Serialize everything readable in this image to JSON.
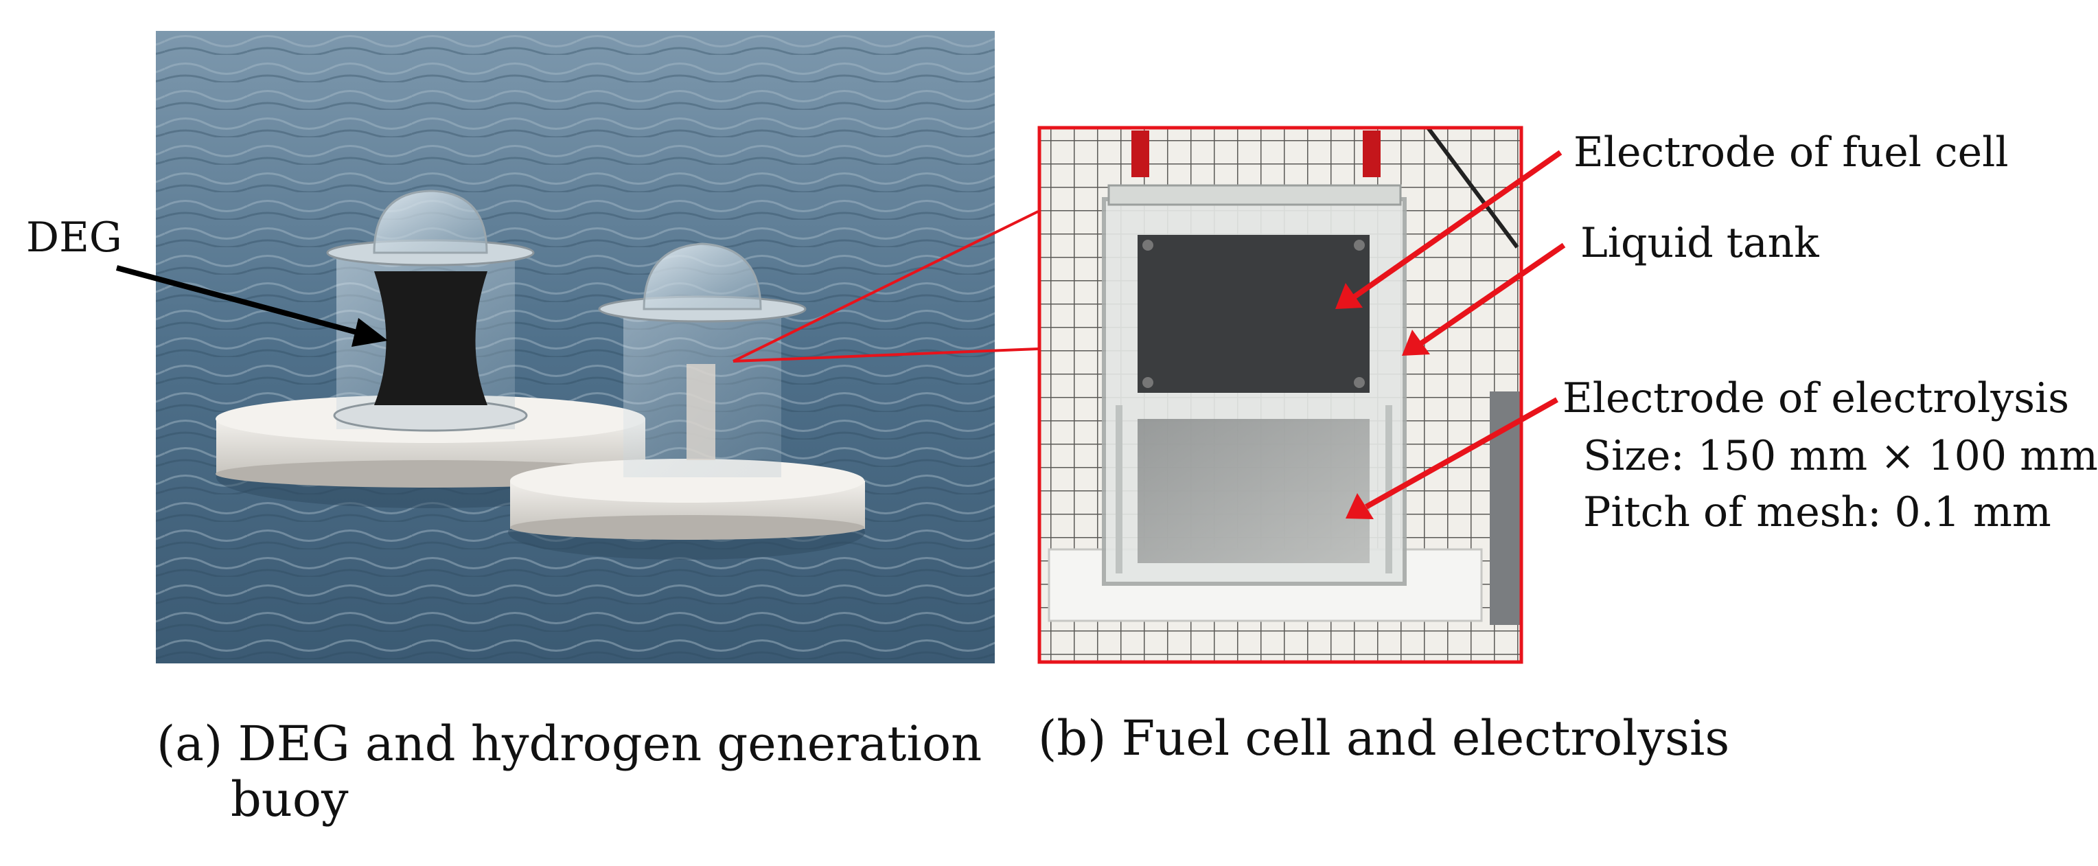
{
  "panel_a": {
    "caption_line1": "(a) DEG and hydrogen generation",
    "caption_line2": "buoy",
    "label_deg": "DEG"
  },
  "panel_b": {
    "caption": "(b) Fuel cell and electrolysis",
    "label_fuel_cell": "Electrode of fuel cell",
    "label_tank": "Liquid tank",
    "label_electrolysis": "Electrode of electrolysis",
    "label_size": "Size: 150 mm × 100 mm",
    "label_pitch": "Pitch of mesh: 0.1 mm"
  },
  "colors": {
    "red_arrow": "#e8131b",
    "black_arrow": "#000000",
    "water": "#4a6c85",
    "frame": "#e8131b"
  }
}
